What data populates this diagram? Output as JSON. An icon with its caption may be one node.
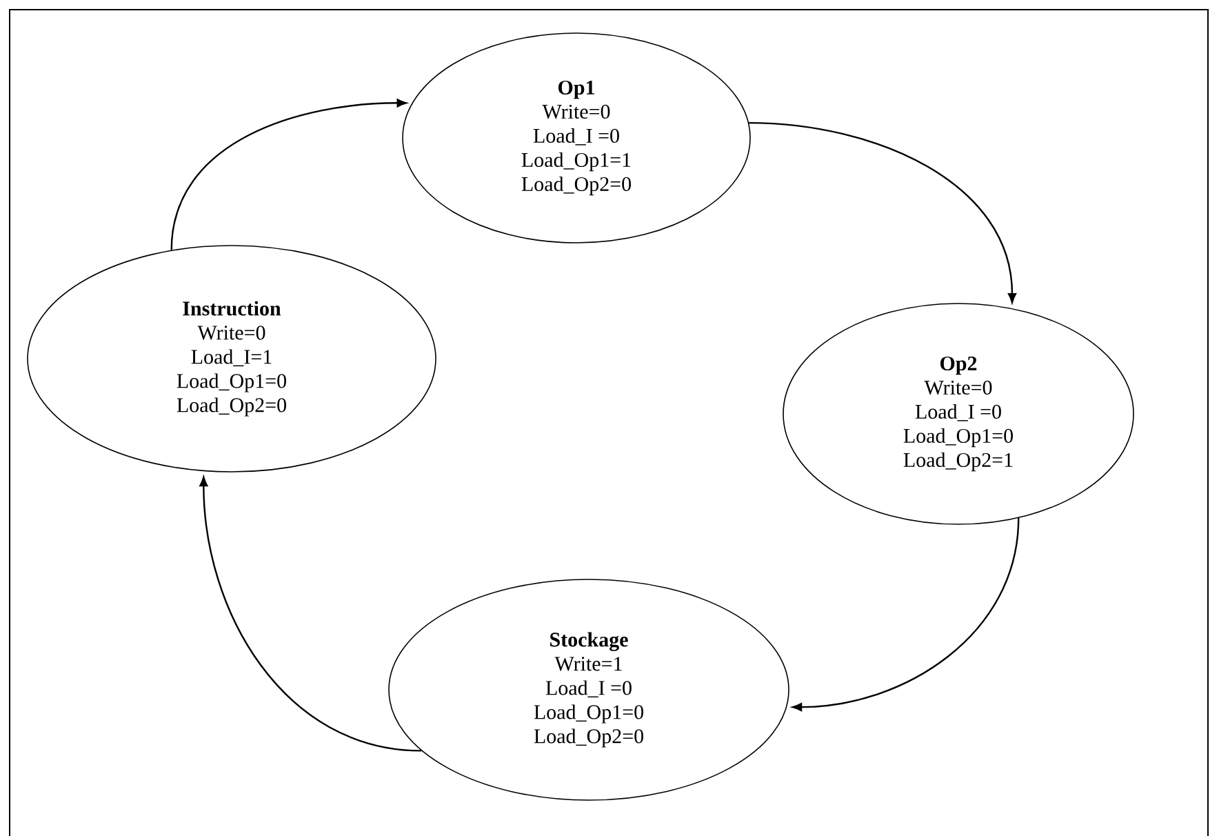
{
  "diagram": {
    "nodes": [
      {
        "text": [
          "Op1",
          "Write=0",
          "Load_I =0",
          "Load_Op1=1",
          "Load_Op2=0"
        ]
      },
      {
        "text": [
          "Instruction",
          "Write=0",
          "Load_I=1",
          "Load_Op1=0",
          "Load_Op2=0"
        ]
      },
      {
        "text": [
          "Op2",
          "Write=0",
          "Load_I =0",
          "Load_Op1=0",
          "Load_Op2=1"
        ]
      },
      {
        "text": [
          "Stockage",
          "Write=1",
          "Load_I =0",
          "Load_Op1=0",
          "Load_Op2=0"
        ]
      }
    ],
    "edges": [
      {
        "from": 0,
        "to": 2,
        "arrow": "to"
      },
      {
        "from": 2,
        "to": 3,
        "arrow": "to"
      },
      {
        "from": 3,
        "to": 1,
        "arrow": "to"
      },
      {
        "from": 1,
        "to": 0,
        "arrow": "to"
      }
    ]
  }
}
